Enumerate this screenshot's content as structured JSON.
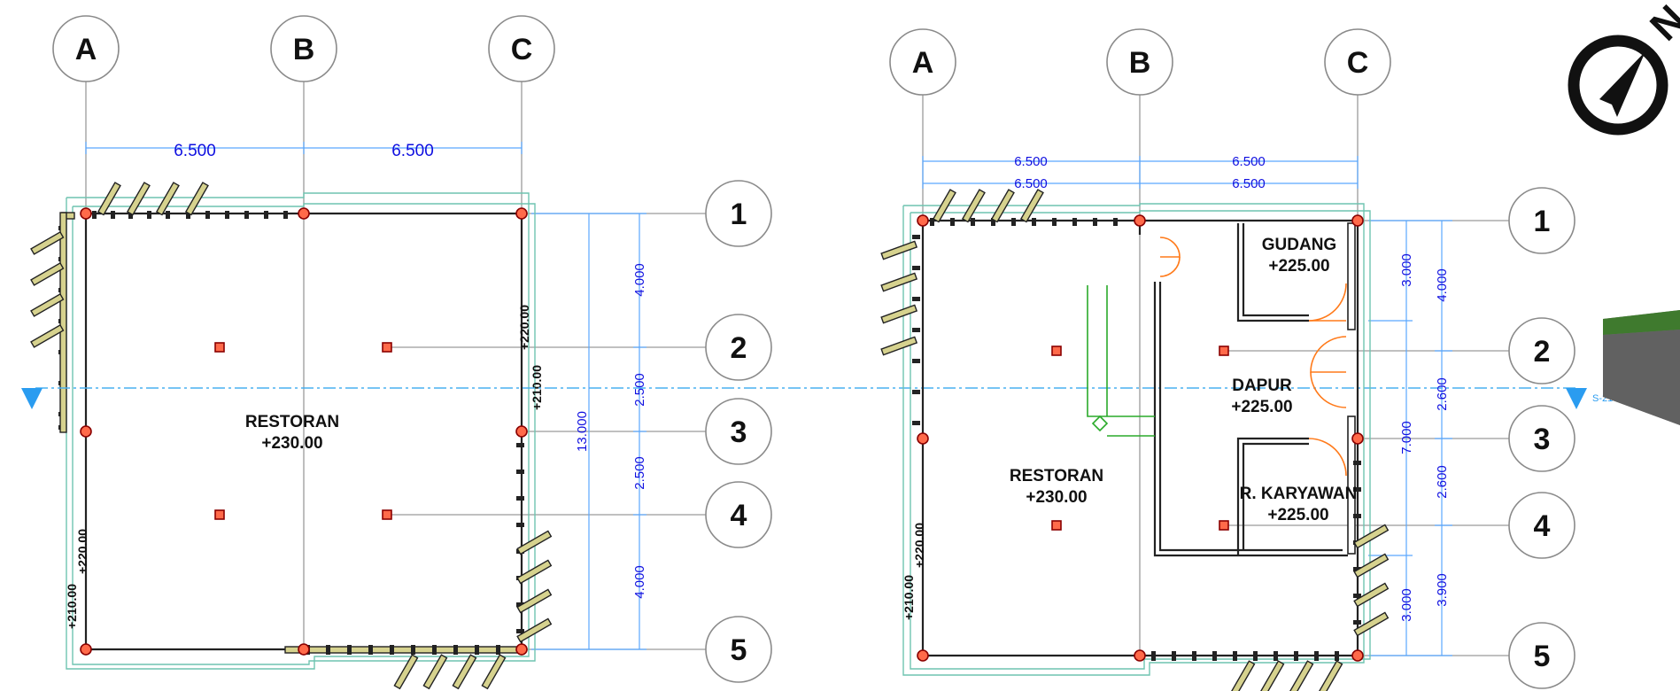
{
  "plans": [
    {
      "grid_cols": [
        "A",
        "B",
        "C"
      ],
      "grid_rows": [
        "1",
        "2",
        "3",
        "4",
        "5"
      ],
      "top_dims": [
        "6.500",
        "6.500"
      ],
      "right_dims": [
        "4.000",
        "2.500",
        "2.500",
        "4.000"
      ],
      "total_dim": "13.000",
      "rooms": [
        {
          "name": "RESTORAN",
          "elevation": "+230.00"
        }
      ],
      "elevations": [
        "+220.00",
        "+210.00",
        "+220.00",
        "+210.00"
      ]
    },
    {
      "grid_cols": [
        "A",
        "B",
        "C"
      ],
      "grid_rows": [
        "1",
        "2",
        "3",
        "4",
        "5"
      ],
      "top_dims_row1": [
        "6.500",
        "6.500"
      ],
      "top_dims_row2": [
        "6.500",
        "6.500"
      ],
      "right_dims_inner": [
        "3.000",
        "7.000",
        "3.000"
      ],
      "right_dims_outer": [
        "4.000",
        "2.600",
        "2.600",
        "3.900"
      ],
      "rooms": [
        {
          "name": "GUDANG",
          "elevation": "+225.00"
        },
        {
          "name": "DAPUR",
          "elevation": "+225.00"
        },
        {
          "name": "R. KARYAWAN",
          "elevation": "+225.00"
        },
        {
          "name": "RESTORAN",
          "elevation": "+230.00"
        }
      ],
      "elevations": [
        "+220.00",
        "+210.00"
      ],
      "section_tag": "S-21"
    }
  ],
  "north_arrow_icon": "compass-north-icon",
  "colors": {
    "dimension": "#1010e0",
    "column": "#ff6a4a",
    "door": "#ff7a1a",
    "stair": "#2aaa2a",
    "outline": "#6fc4b0"
  }
}
